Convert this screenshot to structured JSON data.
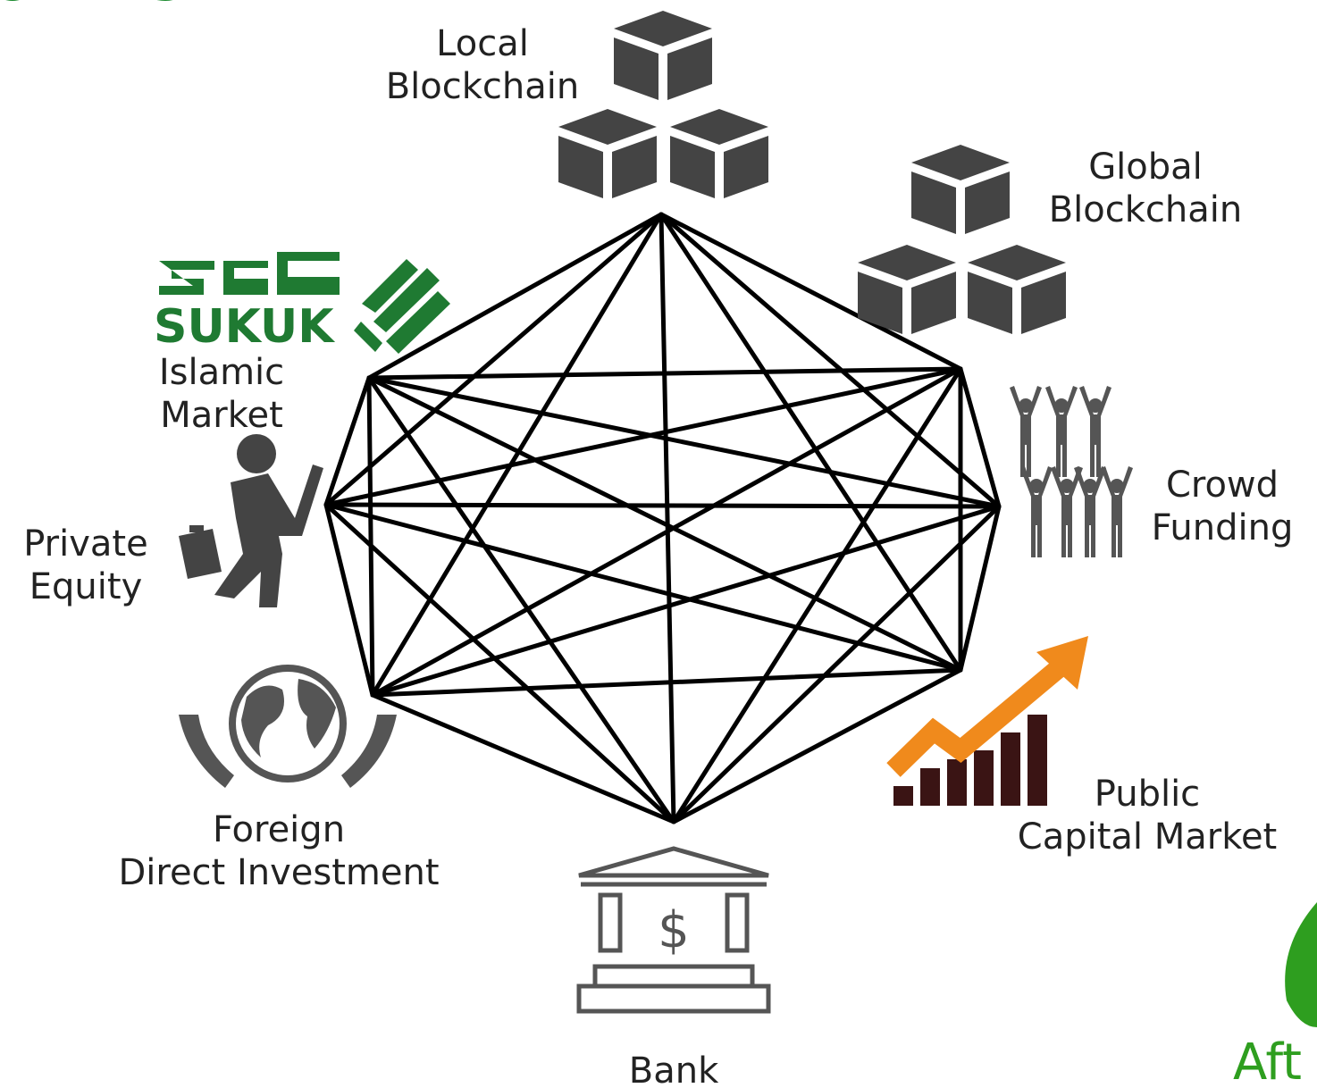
{
  "header_logo": {
    "text": "KOINESIA",
    "color": "#1a8a2e"
  },
  "corner_logo": {
    "text": "Aft",
    "color": "#2e9e1f"
  },
  "colors": {
    "icon_gray": "#444444",
    "line": "#000000",
    "sukuk_green": "#1f7a32",
    "arrow_orange": "#f08a1c",
    "bar_dark": "#3a1414"
  },
  "nodes": {
    "local_blockchain": {
      "label_line1": "Local",
      "label_line2": "Blockchain",
      "icon": "blocks-icon"
    },
    "global_blockchain": {
      "label_line1": "Global",
      "label_line2": "Blockchain",
      "icon": "blocks-icon"
    },
    "islamic_market": {
      "logo_text": "SUKUK",
      "label_line1": "Islamic",
      "label_line2": "Market",
      "icon": "sukuk-logo"
    },
    "private_equity": {
      "label_line1": "Private",
      "label_line2": "Equity",
      "icon": "businessman-icon"
    },
    "crowd_funding": {
      "label_line1": "Crowd",
      "label_line2": "Funding",
      "icon": "crowd-icon"
    },
    "foreign_direct_investment": {
      "label_line1": "Foreign",
      "label_line2": "Direct Investment",
      "icon": "globe-hands-icon"
    },
    "public_capital_market": {
      "label_line1": "Public",
      "label_line2": "Capital Market",
      "icon": "growth-chart-icon"
    },
    "bank": {
      "label": "Bank",
      "icon": "bank-icon"
    }
  }
}
